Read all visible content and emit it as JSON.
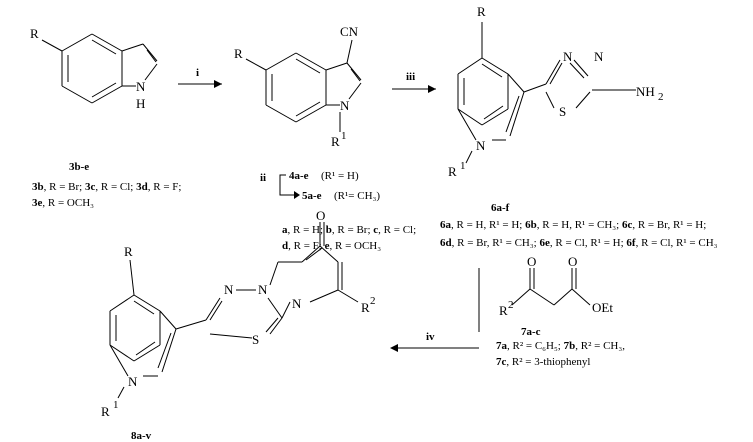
{
  "compounds": {
    "c3": "3b-e",
    "c4": "4a-e",
    "c4_cond": "(R¹ = H)",
    "c5": "5a-e",
    "c5_cond": "(R¹= CH₃)",
    "c6": "6a-f",
    "c7": "7a-c",
    "c8": "8a-v"
  },
  "steps": {
    "i": "i",
    "ii": "ii",
    "iii": "iii",
    "iv": "iv"
  },
  "atoms": {
    "R": "R",
    "N": "N",
    "H": "H",
    "CN": "CN",
    "R1": "R",
    "sup1": "1",
    "S": "S",
    "NH2": "NH",
    "sub2": "2",
    "O": "O",
    "R2": "R",
    "sup2": "2",
    "OEt": "OEt"
  },
  "legends": {
    "l3_1": [
      {
        "b": "3b",
        "t": ", R = Br; "
      },
      {
        "b": "3c",
        "t": ", R = Cl; "
      },
      {
        "b": "3d",
        "t": ", R = F;"
      }
    ],
    "l3_2": [
      {
        "b": "3e",
        "t": ", R = OCH₃"
      }
    ],
    "l5_1": [
      {
        "b": "a",
        "t": ", R = H; "
      },
      {
        "b": "b",
        "t": ", R = Br; "
      },
      {
        "b": "c",
        "t": ", R = Cl;"
      }
    ],
    "l5_2": [
      {
        "b": "d",
        "t": ", R = F; "
      },
      {
        "b": "e",
        "t": ", R = OCH₃"
      }
    ],
    "l6_1": [
      {
        "b": "6a",
        "t": ", R = H, R¹ = H; "
      },
      {
        "b": "6b",
        "t": ",  R = H, R¹ = CH₃; "
      },
      {
        "b": "6c",
        "t": ",  R = Br, R¹ = H;"
      }
    ],
    "l6_2": [
      {
        "b": "6d",
        "t": ",  R = Br, R¹ = CH₃; "
      },
      {
        "b": "6e",
        "t": ", R = Cl, R¹ = H; "
      },
      {
        "b": "6f",
        "t": ",  R = Cl, R¹ = CH₃"
      }
    ],
    "l7_1": [
      {
        "b": "7a",
        "t": ", R² = C₆H₅; "
      },
      {
        "b": "7b",
        "t": ", R² = CH₃,"
      }
    ],
    "l7_2": [
      {
        "b": "7c",
        "t": ", R² = 3-thiophenyl"
      }
    ]
  }
}
